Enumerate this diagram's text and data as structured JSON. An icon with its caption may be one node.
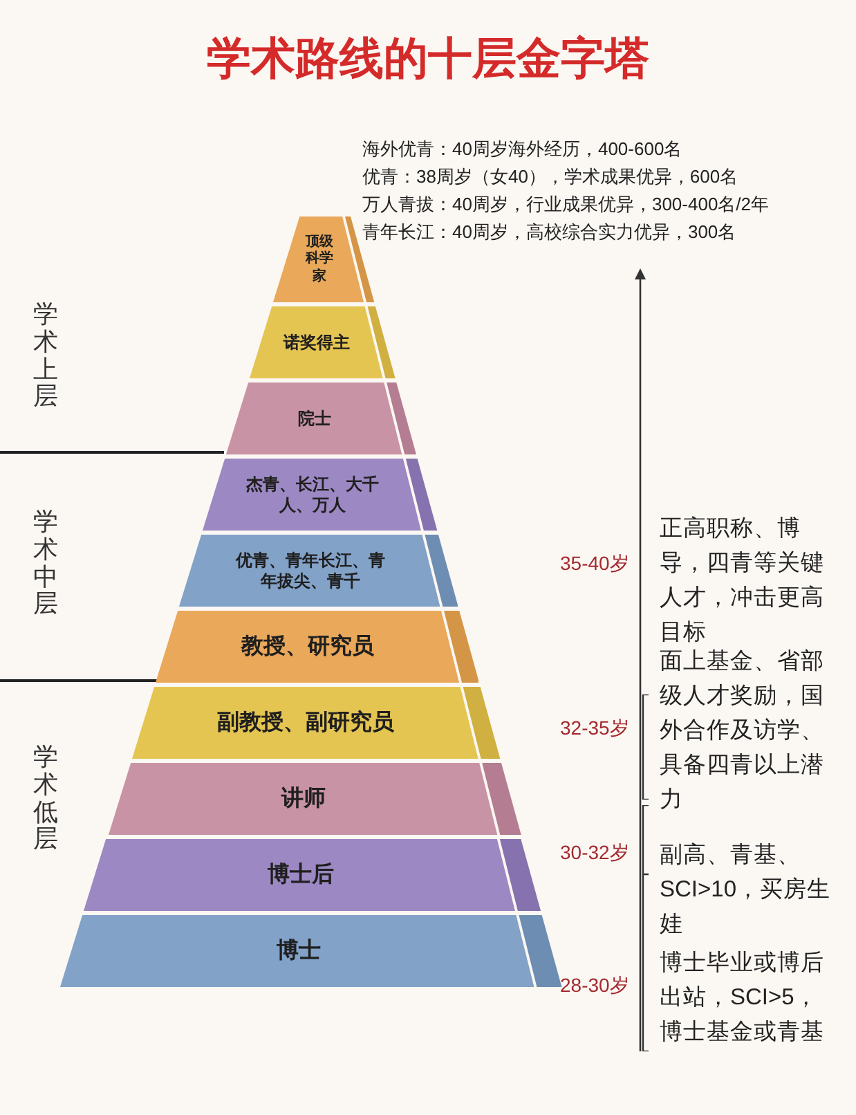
{
  "diagram": {
    "title": "学术路线的十层金字塔",
    "nodes": [
      {
        "text": [
          "顶级科学家"
        ]
      },
      {
        "text": [
          "诺奖得主"
        ]
      },
      {
        "text": [
          "院士"
        ]
      },
      {
        "text": [
          "杰青、长江、大千人、万人"
        ]
      },
      {
        "text": [
          "优青、青年长江、青年拔尖、青千"
        ]
      },
      {
        "text": [
          "教授、研究员"
        ]
      },
      {
        "text": [
          "副教授、副研究员"
        ]
      },
      {
        "text": [
          "讲师"
        ]
      },
      {
        "text": [
          "博士后"
        ]
      },
      {
        "text": [
          "博士"
        ]
      }
    ],
    "labels": [
      "海外优青：40周岁海外经历，400-600名",
      "优青：38周岁（女40），学术成果优异，600名",
      "万人青拔：40周岁，行业成果优异，300-400名/2年",
      "青年长江：40周岁，高校综合实力优异，300名",
      "学术上层",
      "学术中层",
      "学术低层",
      "35-40岁",
      "正高职称、博导，四青等关键人才，冲击更高目标",
      "32-35岁",
      "面上基金、省部级人才奖励，国外合作及访学、具备四青以上潜力",
      "30-32岁",
      "副高、青基、SCI>10，买房生娃",
      "28-30岁",
      "博士毕业或博后出站，SCI>5，博士基金或青基"
    ]
  }
}
